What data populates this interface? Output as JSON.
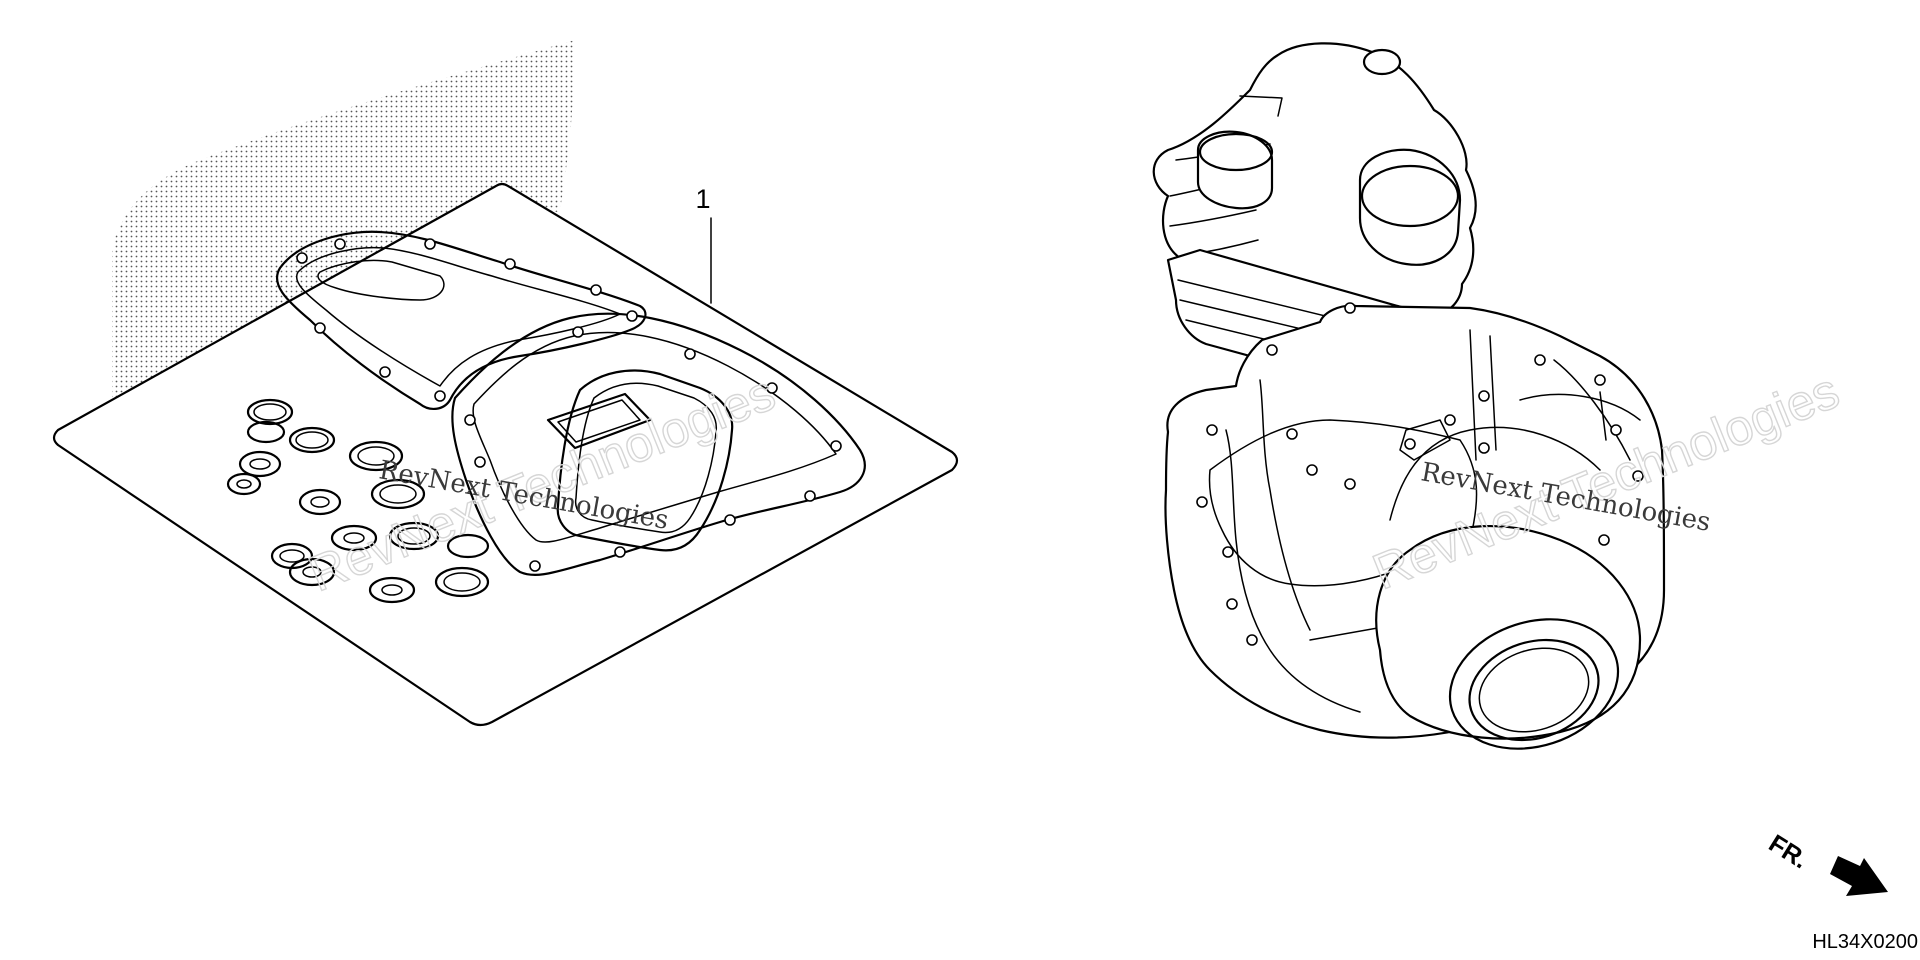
{
  "diagram": {
    "callouts": [
      {
        "label": "1"
      }
    ],
    "direction_label": "FR.",
    "diagram_code": "HL34X0200",
    "watermarks": [
      {
        "large_text": "RevNext Technologies",
        "small_text": "RevNext Technologies"
      },
      {
        "large_text": "RevNext Technologies",
        "small_text": "RevNext Technologies"
      }
    ],
    "icons": [
      "front-direction-arrow-icon"
    ]
  }
}
